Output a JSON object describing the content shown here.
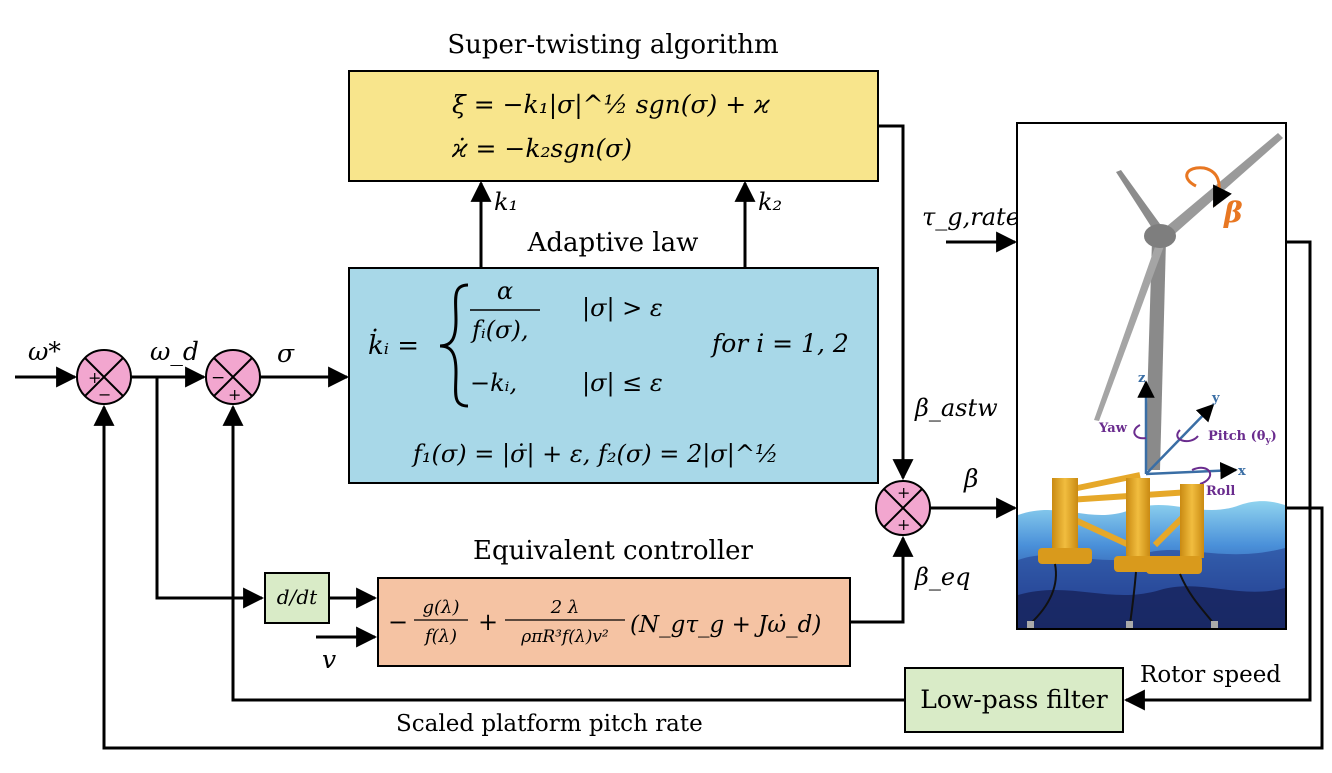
{
  "blocks": {
    "super_twisting": {
      "title": "Super-twisting algorithm",
      "eq1": "ξ = −k₁|σ|^½ sgn(σ) + ϰ",
      "eq2": "ϰ̇ = −k₂sgn(σ)",
      "fill": "#f8e58c"
    },
    "adaptive_law": {
      "title": "Adaptive law",
      "lhs": "k̇ᵢ =",
      "case1_num": "α",
      "case1_den": "fᵢ(σ),",
      "case1_cond": "|σ| > ε",
      "case2": "−kᵢ,",
      "case2_cond": "|σ| ≤ ε",
      "for_clause": "for i = 1, 2",
      "f_defs": "f₁(σ) = |σ̇| + ε,  f₂(σ) = 2|σ|^½",
      "fill": "#a8d8e8"
    },
    "equivalent_controller": {
      "title": "Equivalent controller",
      "term1_num": "g(λ)",
      "term1_den": "f(λ)",
      "term2_num": "2 λ",
      "term2_den": "ρπR³f(λ)v²",
      "term2_tail": "(N_gτ_g + Jω̇_d)",
      "fill": "#f5c3a3"
    },
    "derivative": {
      "label": "d/dt",
      "fill": "#d9ebc7"
    },
    "low_pass_filter": {
      "label": "Low-pass filter",
      "fill": "#d9ebc7"
    }
  },
  "signals": {
    "omega_star": "ω*",
    "omega_d": "ω_d",
    "sigma": "σ",
    "k1": "k₁",
    "k2": "k₂",
    "tau_rated": "τ_g,rated",
    "beta_astw": "β_astw",
    "beta": "β",
    "beta_eq": "β_eq",
    "v": "v",
    "rotor_speed": "Rotor speed",
    "scaled_pitch_rate": "Scaled platform pitch rate"
  },
  "summing_junctions": {
    "sj1": {
      "top": "+",
      "bottom": "−"
    },
    "sj2": {
      "left": "−",
      "bottom": "+"
    },
    "sj3": {
      "top": "+",
      "bottom": "+"
    },
    "fill": "#f2a6cf"
  },
  "turbine": {
    "beta_label": "β",
    "axes": {
      "z": "z",
      "y": "y",
      "x": "x"
    },
    "yaw": "Yaw",
    "pitch": "Pitch (θ",
    "pitch_sub": "y",
    "roll": "Roll",
    "accent_orange": "#e87722",
    "axis_blue": "#3a6ea5",
    "label_purple": "#6a2c8e",
    "platform_gold": "#e6a829"
  }
}
